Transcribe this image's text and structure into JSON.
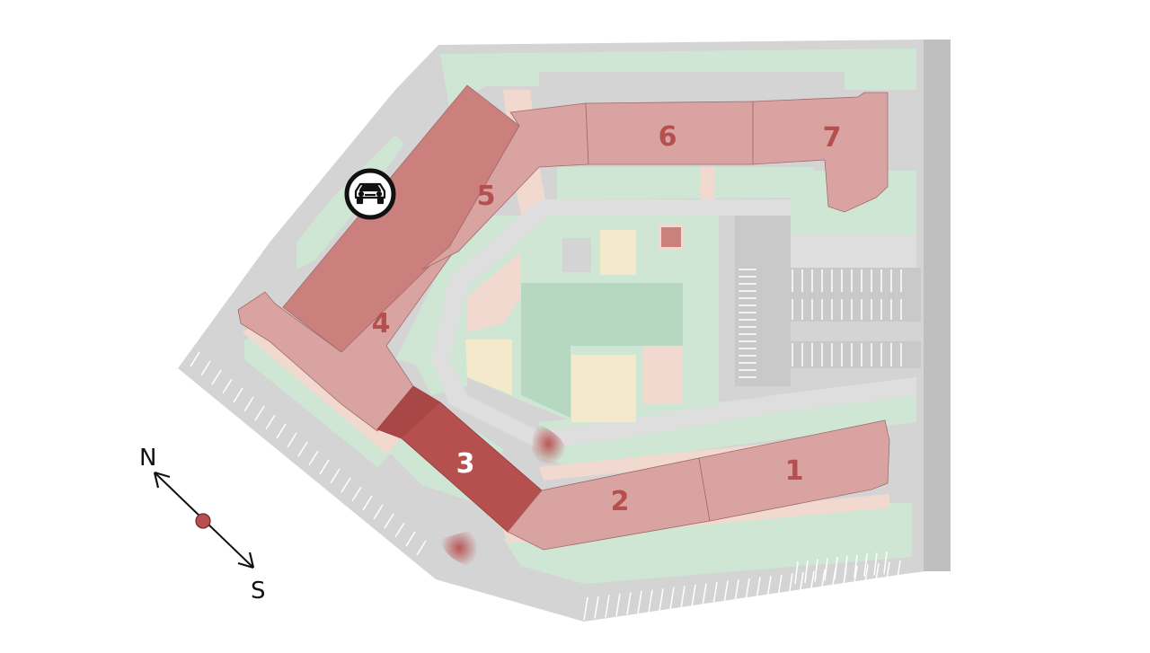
{
  "sections": [
    {
      "id": "1",
      "label": "1",
      "selected": false
    },
    {
      "id": "2",
      "label": "2",
      "selected": false
    },
    {
      "id": "3",
      "label": "3",
      "selected": true
    },
    {
      "id": "4",
      "label": "4",
      "selected": false
    },
    {
      "id": "5",
      "label": "5",
      "selected": false
    },
    {
      "id": "6",
      "label": "6",
      "selected": false
    },
    {
      "id": "7",
      "label": "7",
      "selected": false
    }
  ],
  "compass": {
    "north": "N",
    "south": "S"
  },
  "icons": {
    "parking": "car-icon"
  },
  "colors": {
    "building": "#d9a3a1",
    "building_dark": "#cc807d",
    "selected": "#b5504f",
    "green": "#cfe6d4",
    "pavement": "#d4d4d4",
    "road": "#bfbfbf",
    "path": "#f2d9cf",
    "sand": "#f5e9cc",
    "playground": "#b7d8c0"
  }
}
